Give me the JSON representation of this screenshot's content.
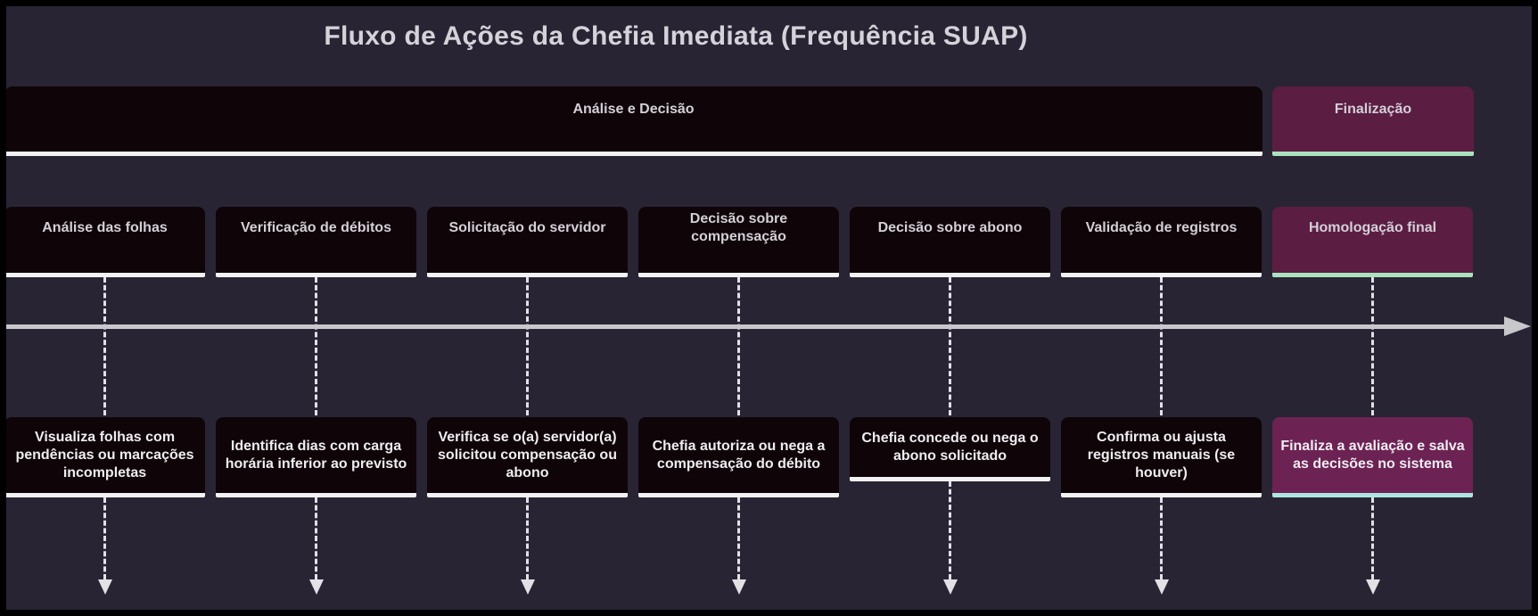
{
  "title": "Fluxo de Ações da Chefia Imediata (Frequência SUAP)",
  "phases": [
    {
      "label": "Análise e Decisão",
      "variant": "dark"
    },
    {
      "label": "Finalização",
      "variant": "purple"
    }
  ],
  "columns": [
    {
      "stage": "Análise das folhas",
      "description": "Visualiza folhas com pendências ou marcações incompletas",
      "variant": "dark"
    },
    {
      "stage": "Verificação de débitos",
      "description": "Identifica dias com carga horária inferior ao previsto",
      "variant": "dark"
    },
    {
      "stage": "Solicitação do servidor",
      "description": "Verifica se o(a) servidor(a) solicitou compensação ou abono",
      "variant": "dark"
    },
    {
      "stage": "Decisão sobre compensação",
      "description": "Chefia autoriza ou nega a compensação do débito",
      "variant": "dark"
    },
    {
      "stage": "Decisão sobre abono",
      "description": "Chefia concede ou nega o abono solicitado",
      "variant": "dark"
    },
    {
      "stage": "Validação de registros",
      "description": "Confirma ou ajusta registros manuais (se houver)",
      "variant": "dark"
    },
    {
      "stage": "Homologação final",
      "description": "Finaliza a avaliação e salva as decisões no sistema",
      "variant": "purple"
    }
  ],
  "colors": {
    "background": "#282434",
    "frame": "#000000",
    "box_dark": "#0f0408",
    "box_purple": "#5c1d43",
    "box_purple_desc": "#6d2254",
    "underline_white": "#f2f1f4",
    "underline_green": "#a8e3bd",
    "underline_cyan": "#ade6e0",
    "timeline": "#c8c7cc",
    "dashed": "#e2e1e6",
    "text": "#d3d0d7",
    "text_bright": "#eeedf1",
    "title_text": "#d5d3d9"
  }
}
